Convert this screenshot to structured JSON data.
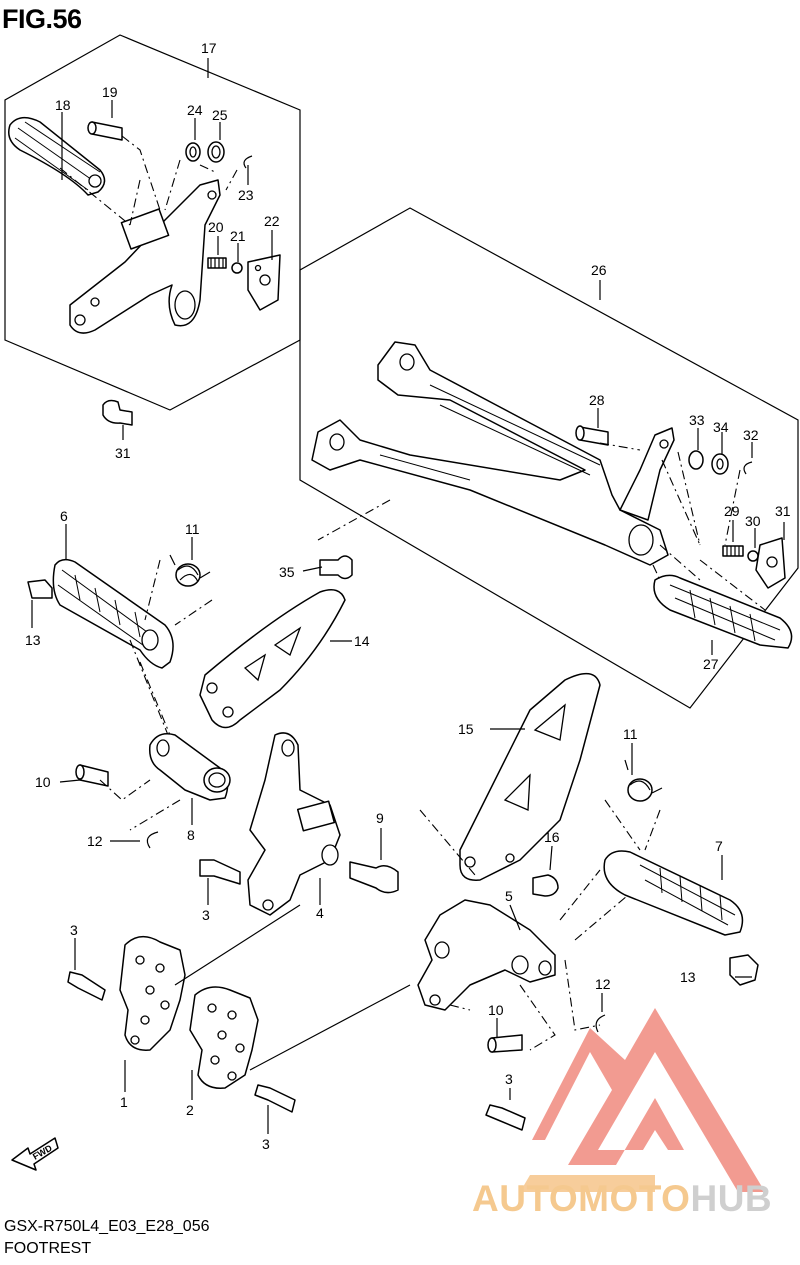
{
  "figure": {
    "title": "FIG.56",
    "code": "GSX-R750L4_E03_E28_056",
    "caption": "FOOTREST"
  },
  "callouts": [
    "17",
    "19",
    "18",
    "24",
    "25",
    "23",
    "20",
    "21",
    "22",
    "26",
    "31",
    "28",
    "33",
    "34",
    "32",
    "29",
    "30",
    "31",
    "6",
    "11",
    "35",
    "14",
    "13",
    "27",
    "15",
    "11",
    "10",
    "8",
    "12",
    "9",
    "16",
    "7",
    "5",
    "3",
    "4",
    "13",
    "3",
    "12",
    "10",
    "1",
    "2",
    "3",
    "3"
  ],
  "fwd_label": "FWD",
  "watermark": {
    "word1": "AUTOMOTO",
    "word2": "HUB",
    "colors": {
      "red": "#f08a7e",
      "orange": "#f6c58a",
      "gray": "#cfcfcf"
    }
  }
}
